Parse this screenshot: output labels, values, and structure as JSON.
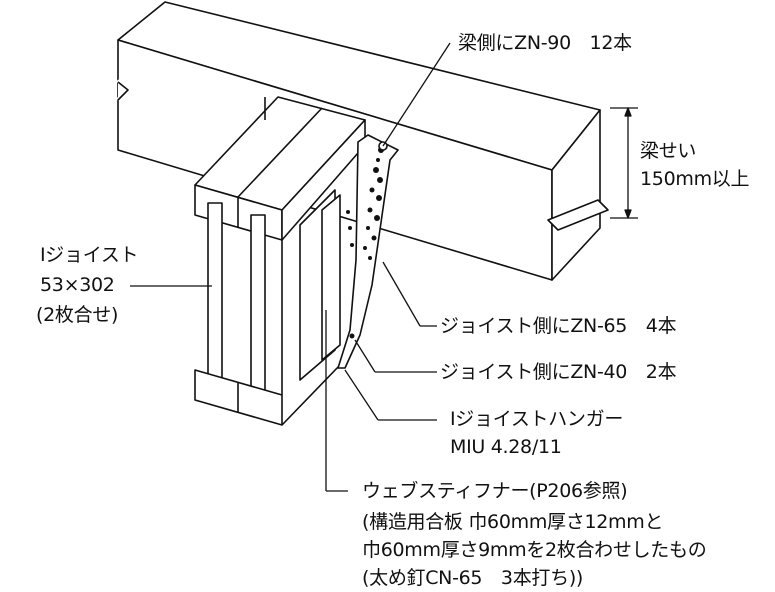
{
  "labels": {
    "beam_nails": "梁側にZN-90　12本",
    "beam_height_1": "梁せい",
    "beam_height_2": "150mm以上",
    "joist_1": "Iジョイスト",
    "joist_2": "53×302",
    "joist_3": "(2枚合せ)",
    "joist_nails_65": "ジョイスト側にZN-65　4本",
    "joist_nails_40": "ジョイスト側にZN-40　2本",
    "hanger_1": "Iジョイストハンガー",
    "hanger_2": "MIU 4.28/11",
    "stiffener_1": "ウェブスティフナー(P206参照)",
    "stiffener_2": "(構造用合板 巾60mm厚さ12mmと",
    "stiffener_3": "巾60mm厚さ9mmを2枚合わせしたもの",
    "stiffener_4": "(太め釘CN-65　3本打ち))"
  }
}
